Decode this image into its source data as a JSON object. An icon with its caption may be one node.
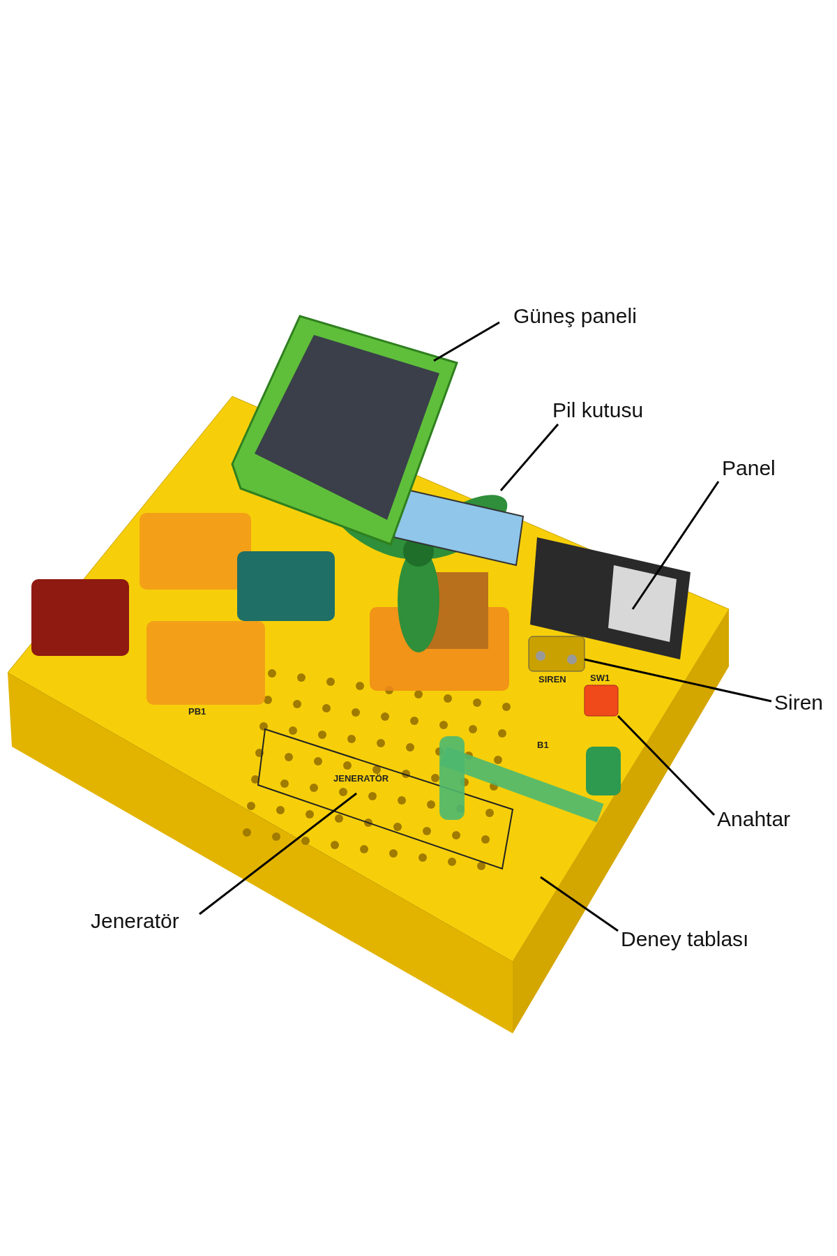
{
  "diagram": {
    "nodes": [
      {
        "text": [
          "Güneş paneli"
        ]
      },
      {
        "text": [
          "Pil kutusu"
        ]
      },
      {
        "text": [
          "Panel"
        ]
      },
      {
        "text": [
          "Siren"
        ]
      },
      {
        "text": [
          "Anahtar"
        ]
      },
      {
        "text": [
          "Jeneratör"
        ]
      },
      {
        "text": [
          "Deney tablası"
        ]
      },
      {
        "text": [],
        "shape": "picture"
      },
      {
        "text": [],
        "shape": "picture",
        "in": 13
      },
      {
        "text": [],
        "shape": "picture",
        "in": 13
      },
      {
        "text": [],
        "shape": "picture",
        "in": 13
      },
      {
        "text": [],
        "shape": "box",
        "in": 13
      },
      {
        "text": [],
        "shape": "picture",
        "in": 13
      },
      {
        "text": [],
        "shape": "picture"
      }
    ],
    "edges": [
      {
        "from": 0,
        "to": 7,
        "arrow": "none"
      },
      {
        "from": 1,
        "to": 8,
        "arrow": "none"
      },
      {
        "from": 2,
        "to": 9,
        "arrow": "none"
      },
      {
        "from": 3,
        "to": 10,
        "arrow": "none"
      },
      {
        "from": 4,
        "to": 11,
        "arrow": "none"
      },
      {
        "from": 5,
        "to": 12,
        "arrow": "none"
      },
      {
        "from": 6,
        "to": 13,
        "arrow": "none"
      }
    ],
    "labels": [
      "PB1",
      "SIREN",
      "SW1",
      "B1",
      "JENERATÖR"
    ]
  }
}
